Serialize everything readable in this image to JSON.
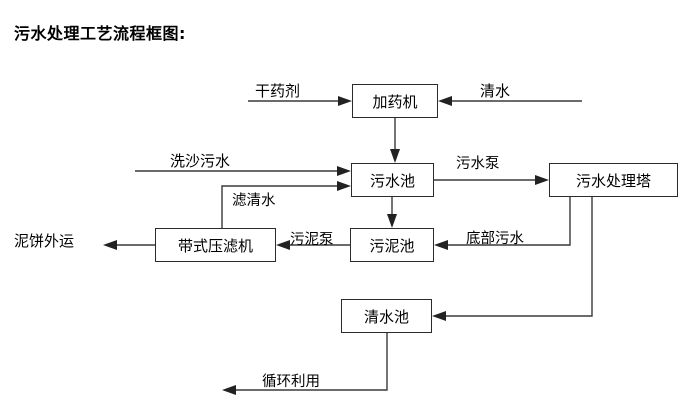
{
  "title": "污水处理工艺流程框图:",
  "diagram": {
    "type": "flowchart",
    "nodes": [
      {
        "id": "dosing",
        "label": "加药机"
      },
      {
        "id": "wastewater_pool",
        "label": "污水池"
      },
      {
        "id": "treatment_tower",
        "label": "污水处理塔"
      },
      {
        "id": "belt_filter_press",
        "label": "带式压滤机"
      },
      {
        "id": "sludge_pool",
        "label": "污泥池"
      },
      {
        "id": "clear_water_pool",
        "label": "清水池"
      }
    ],
    "external_labels": [
      {
        "id": "dry_chemical",
        "label": "干药剂"
      },
      {
        "id": "clean_water_in",
        "label": "清水"
      },
      {
        "id": "sand_wash_wastewater",
        "label": "洗沙污水"
      },
      {
        "id": "mud_cake_out",
        "label": "泥饼外运"
      }
    ],
    "edge_labels": [
      {
        "id": "filtered_clear_water",
        "label": "滤清水"
      },
      {
        "id": "wastewater_pump",
        "label": "污水泵"
      },
      {
        "id": "sludge_pump",
        "label": "污泥泵"
      },
      {
        "id": "bottom_wastewater",
        "label": "底部污水"
      },
      {
        "id": "recycle_reuse",
        "label": "循环利用"
      }
    ]
  },
  "colors": {
    "background": "#ffffff",
    "box_border": "#2b2b2b",
    "line": "#3a3a3a",
    "text": "#000000"
  }
}
